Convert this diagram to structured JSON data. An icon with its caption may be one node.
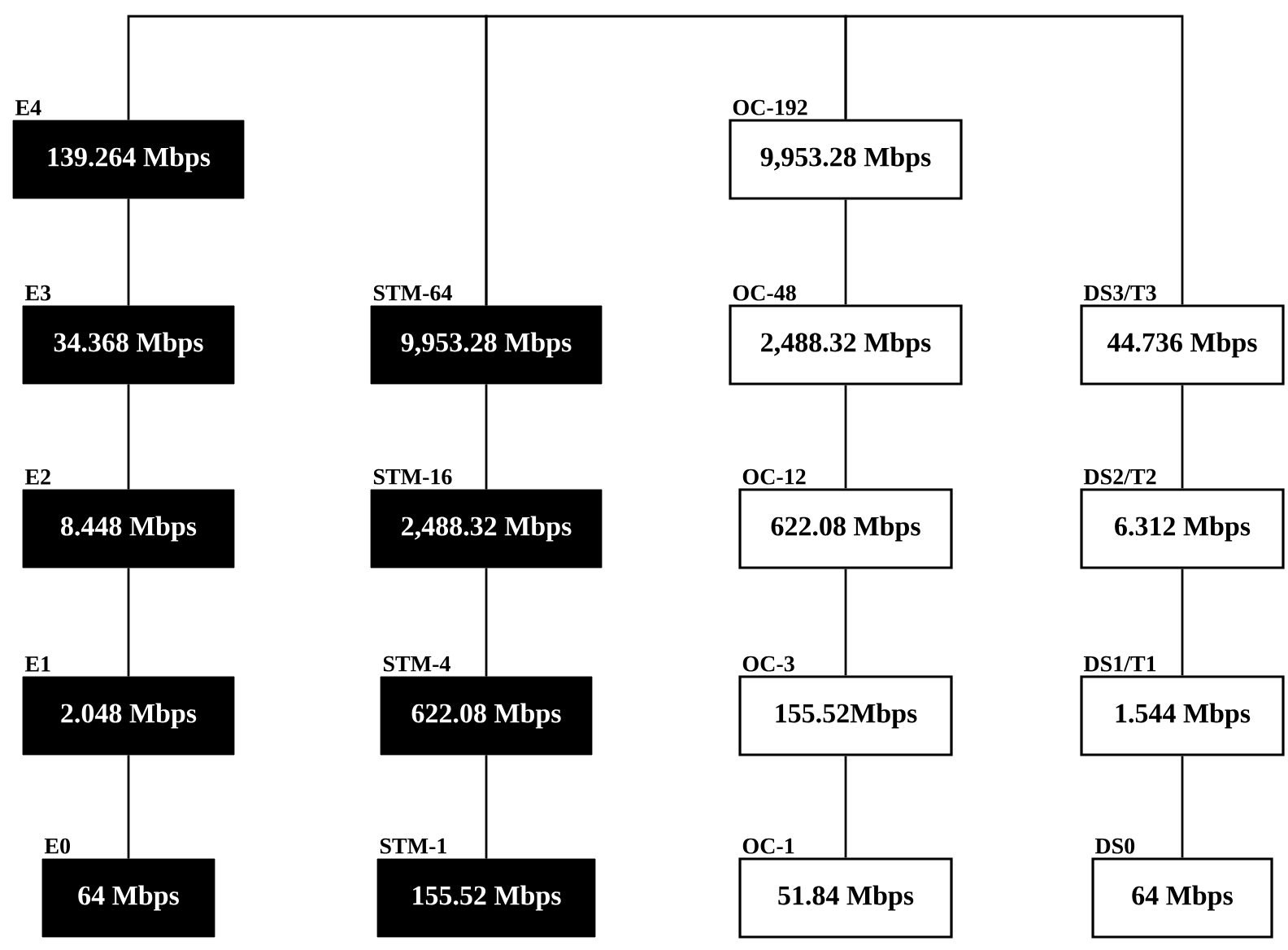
{
  "diagram": {
    "nodes": [
      {
        "text": [
          "E4",
          "139.264 Mbps"
        ]
      },
      {
        "text": [
          "E3",
          "34.368 Mbps"
        ]
      },
      {
        "text": [
          "E2",
          "8.448 Mbps"
        ]
      },
      {
        "text": [
          "E1",
          "2.048 Mbps"
        ]
      },
      {
        "text": [
          "E0",
          "64 Mbps"
        ]
      },
      {
        "text": [
          "STM-64",
          "9,953.28 Mbps"
        ]
      },
      {
        "text": [
          "STM-16",
          "2,488.32 Mbps"
        ]
      },
      {
        "text": [
          "STM-4",
          "622.08 Mbps"
        ]
      },
      {
        "text": [
          "STM-1",
          "155.52 Mbps"
        ]
      },
      {
        "text": [
          "OC-192",
          "9,953.28 Mbps"
        ]
      },
      {
        "text": [
          "OC-48",
          "2,488.32 Mbps"
        ]
      },
      {
        "text": [
          "OC-12",
          "622.08 Mbps"
        ]
      },
      {
        "text": [
          "OC-3",
          "155.52Mbps"
        ]
      },
      {
        "text": [
          "OC-1",
          "51.84 Mbps"
        ]
      },
      {
        "text": [
          "DS3/T3",
          "44.736 Mbps"
        ]
      },
      {
        "text": [
          "DS2/T2",
          "6.312 Mbps"
        ]
      },
      {
        "text": [
          "DS1/T1",
          "1.544 Mbps"
        ]
      },
      {
        "text": [
          "DS0",
          "64 Mbps"
        ]
      }
    ],
    "edges": [
      {
        "from": 0,
        "to": 5,
        "arrow": "none"
      },
      {
        "from": 5,
        "to": 9,
        "arrow": "none"
      },
      {
        "from": 9,
        "to": 14,
        "arrow": "none"
      },
      {
        "from": 0,
        "to": 1,
        "arrow": "none"
      },
      {
        "from": 1,
        "to": 2,
        "arrow": "none"
      },
      {
        "from": 2,
        "to": 3,
        "arrow": "none"
      },
      {
        "from": 3,
        "to": 4,
        "arrow": "none"
      },
      {
        "from": 5,
        "to": 6,
        "arrow": "none"
      },
      {
        "from": 6,
        "to": 7,
        "arrow": "none"
      },
      {
        "from": 7,
        "to": 8,
        "arrow": "none"
      },
      {
        "from": 9,
        "to": 10,
        "arrow": "none"
      },
      {
        "from": 10,
        "to": 11,
        "arrow": "none"
      },
      {
        "from": 11,
        "to": 12,
        "arrow": "none"
      },
      {
        "from": 12,
        "to": 13,
        "arrow": "none"
      },
      {
        "from": 14,
        "to": 15,
        "arrow": "none"
      },
      {
        "from": 15,
        "to": 16,
        "arrow": "none"
      },
      {
        "from": 16,
        "to": 17,
        "arrow": "none"
      }
    ]
  }
}
